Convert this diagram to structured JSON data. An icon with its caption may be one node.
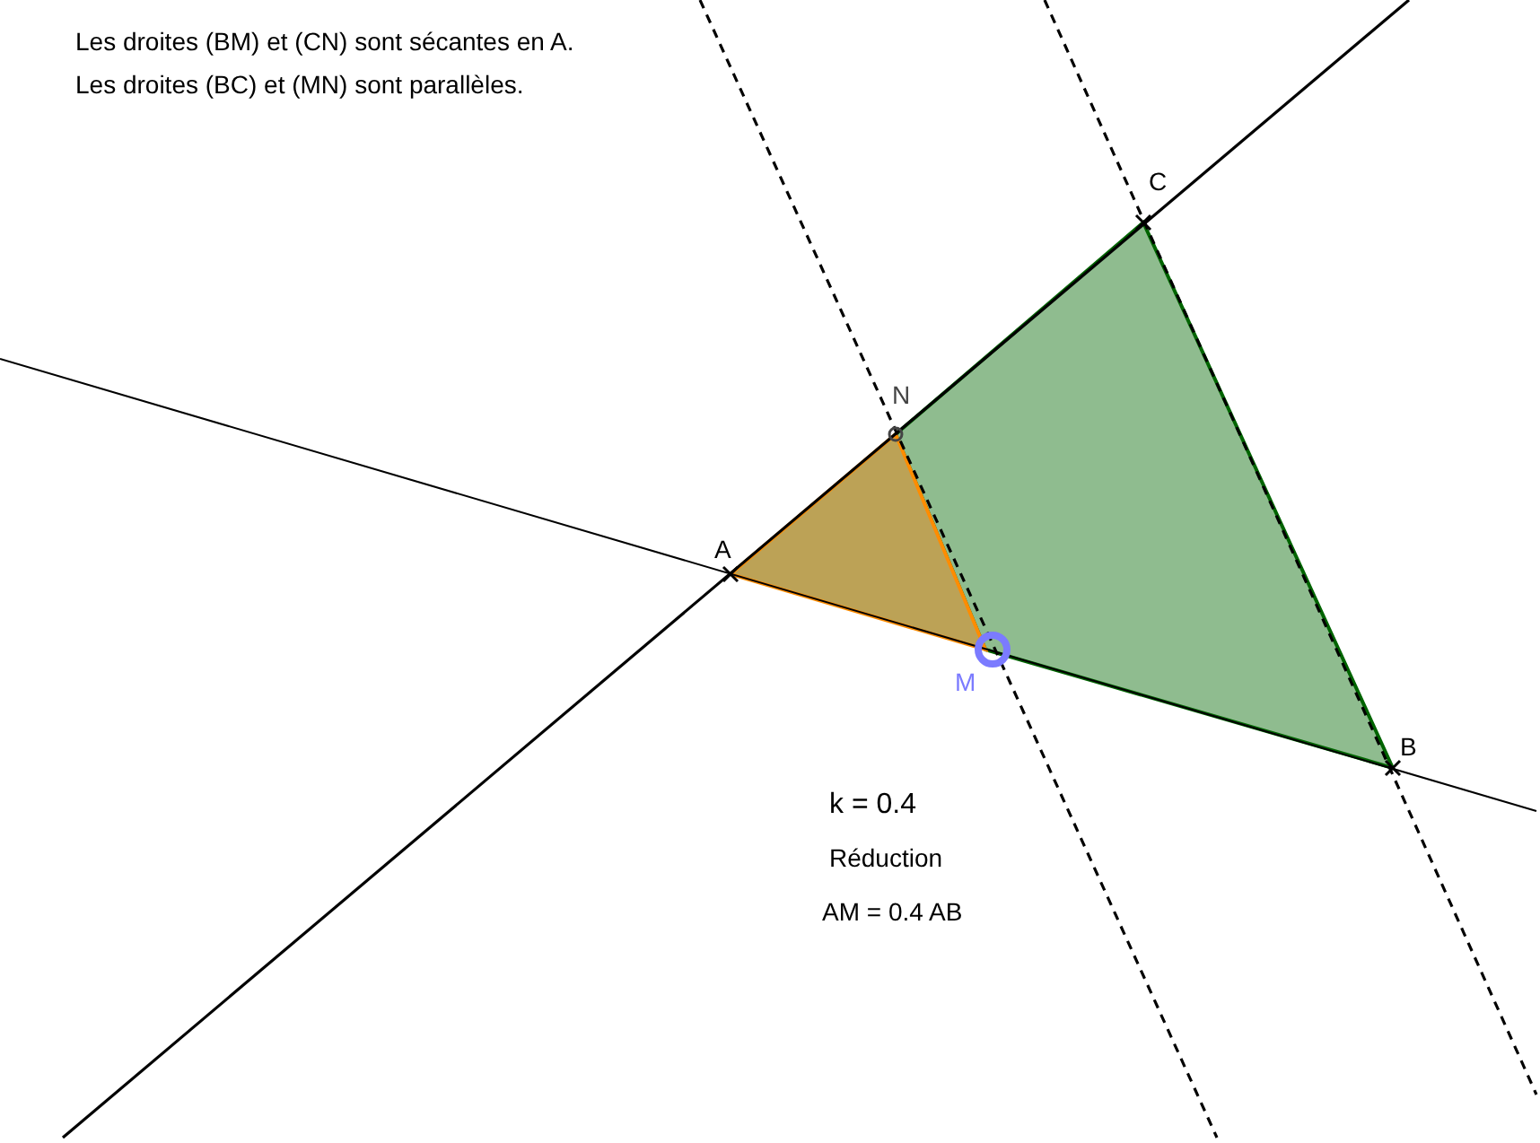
{
  "diagram": {
    "labels": [
      "Les droites (BM) et (CN) sont sécantes en A.",
      "Les droites (BC) et (MN) sont parallèles.",
      "C",
      "N",
      "A",
      "M",
      "B",
      "k = 0.4",
      "Réduction",
      "AM = 0.4 AB"
    ]
  }
}
